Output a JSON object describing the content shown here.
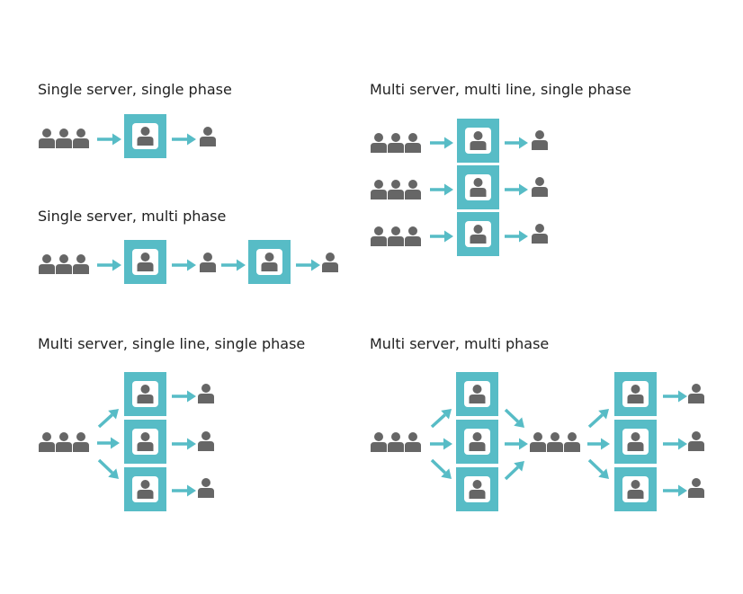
{
  "titles": {
    "single_server_single_phase": "Single server, single phase",
    "multi_server_multi_line_single_phase": "Multi server, multi line, single phase",
    "single_server_multi_phase": "Single server, multi phase",
    "multi_server_single_line_single_phase": "Multi server, single line, single phase",
    "multi_server_multi_phase": "Multi server, multi phase"
  },
  "colors": {
    "server_fill": "#57bcc6",
    "server_inner": "#ffffff",
    "person": "#666666",
    "arrow": "#57bcc6",
    "text": "#1f1f1f"
  },
  "icons": {
    "customer": "person-icon",
    "queue": "people-group-icon",
    "server": "server-person-icon",
    "flow": "arrow-icon"
  }
}
